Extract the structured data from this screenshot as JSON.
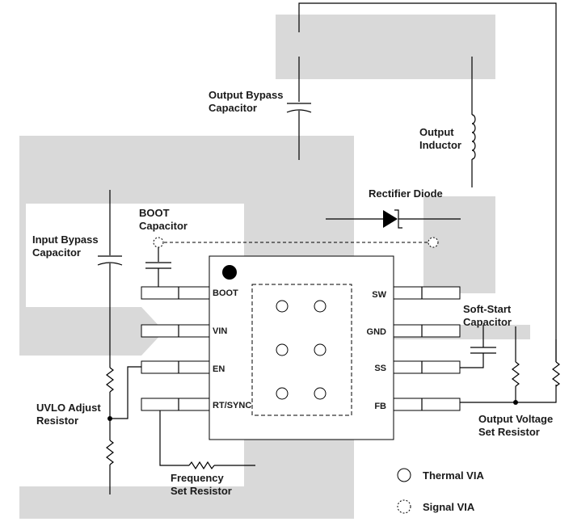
{
  "labels": {
    "output_bypass_capacitor": [
      "Output Bypass",
      "Capacitor"
    ],
    "output_inductor": [
      "Output",
      "Inductor"
    ],
    "rectifier_diode": "Rectifier Diode",
    "boot_capacitor": [
      "BOOT",
      "Capacitor"
    ],
    "input_bypass_capacitor": [
      "Input Bypass",
      "Capacitor"
    ],
    "soft_start_capacitor": [
      "Soft-Start",
      "Capacitor"
    ],
    "uvlo_adjust_resistor": [
      "UVLO Adjust",
      "Resistor"
    ],
    "output_voltage_set_resistor": [
      "Output Voltage",
      "Set Resistor"
    ],
    "frequency_set_resistor": [
      "Frequency",
      "Set Resistor"
    ]
  },
  "pins": {
    "left": [
      "BOOT",
      "VIN",
      "EN",
      "RT/SYNC"
    ],
    "right": [
      "SW",
      "GND",
      "SS",
      "FB"
    ]
  },
  "legend": {
    "thermal_via": "Thermal VIA",
    "signal_via": "Signal VIA"
  },
  "colors": {
    "copper": "#d9d9d9",
    "line": "#000000"
  }
}
